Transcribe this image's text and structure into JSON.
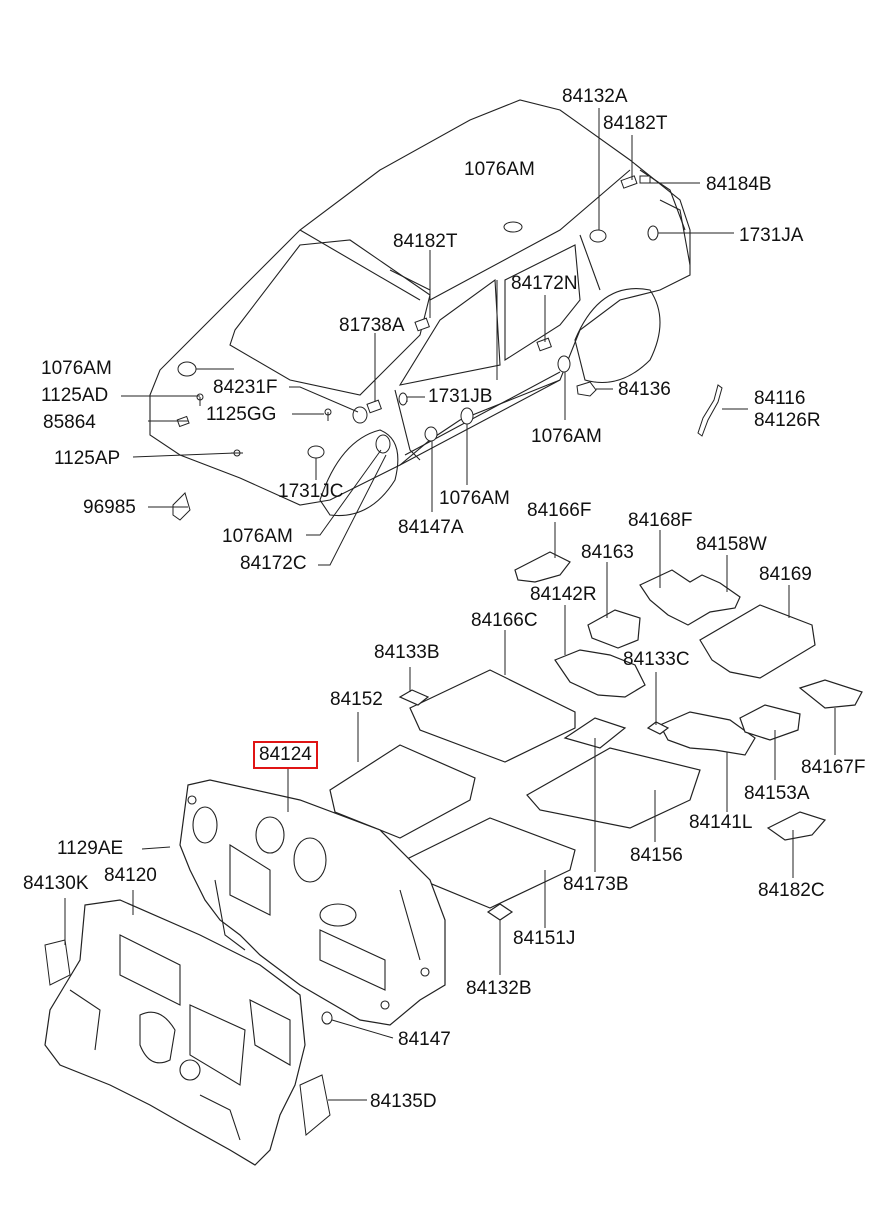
{
  "highlight_color": "#e01414",
  "labels": {
    "l84132A": "84132A",
    "l84182T_a": "84182T",
    "l84184B": "84184B",
    "l1731JA": "1731JA",
    "l1076AM_a": "1076AM",
    "l84182T_b": "84182T",
    "l84172N": "84172N",
    "l81738A": "81738A",
    "l1076AM_b": "1076AM",
    "l1125AD": "1125AD",
    "l84231F": "84231F",
    "l1125GG": "1125GG",
    "l1731JB": "1731JB",
    "l84136": "84136",
    "l84116": "84116",
    "l84126R": "84126R",
    "l85864": "85864",
    "l1076AM_c": "1076AM",
    "l1125AP": "1125AP",
    "l1731JC": "1731JC",
    "l1076AM_d": "1076AM",
    "l96985": "96985",
    "l84166F": "84166F",
    "l84168F": "84168F",
    "l84147A": "84147A",
    "l1076AM_e": "1076AM",
    "l84158W": "84158W",
    "l84163": "84163",
    "l84172C": "84172C",
    "l84169": "84169",
    "l84142R": "84142R",
    "l84166C": "84166C",
    "l84133B": "84133B",
    "l84133C": "84133C",
    "l84152": "84152",
    "l84124": "84124",
    "l84167F": "84167F",
    "l84153A": "84153A",
    "l84141L": "84141L",
    "l1129AE": "1129AE",
    "l84156": "84156",
    "l84130K": "84130K",
    "l84120": "84120",
    "l84173B": "84173B",
    "l84182C": "84182C",
    "l84151J": "84151J",
    "l84132B": "84132B",
    "l84147": "84147",
    "l84135D": "84135D"
  }
}
